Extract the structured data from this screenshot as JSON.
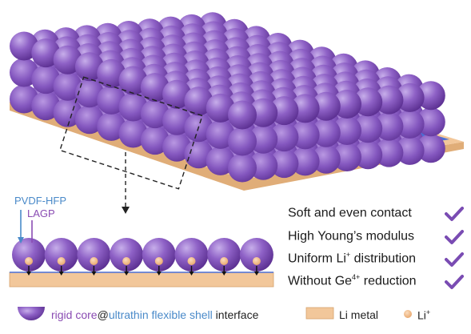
{
  "labels": {
    "pvdf": "PVDF-HFP",
    "lagp": "LAGP"
  },
  "features": [
    {
      "text": "Soft and even contact",
      "sup": "",
      "tail": ""
    },
    {
      "text": "High Young’s modulus",
      "sup": "",
      "tail": ""
    },
    {
      "text": "Uniform Li",
      "sup": "+",
      "tail": " distribution"
    },
    {
      "text": "Without Ge",
      "sup": "4+",
      "tail": " reduction"
    }
  ],
  "legend": {
    "core": "rigid core",
    "at": "@",
    "shell": "ultrathin flexible shell",
    "interface": " interface",
    "li_metal": "Li metal",
    "li_ion": "Li",
    "li_ion_sup": "+"
  },
  "colors": {
    "sphere": "#8a5cc2",
    "sphere_dark": "#5b2f91",
    "sphere_light": "#b596e0",
    "li_metal": "#f2c79a",
    "li_metal_edge": "#d6a36d",
    "substrate_blue": "#4a6fd6",
    "check": "#7a4cb3",
    "label_blue": "#4a8ac9",
    "label_purple": "#8a4cb3",
    "li_ion": "#f0b27a"
  }
}
